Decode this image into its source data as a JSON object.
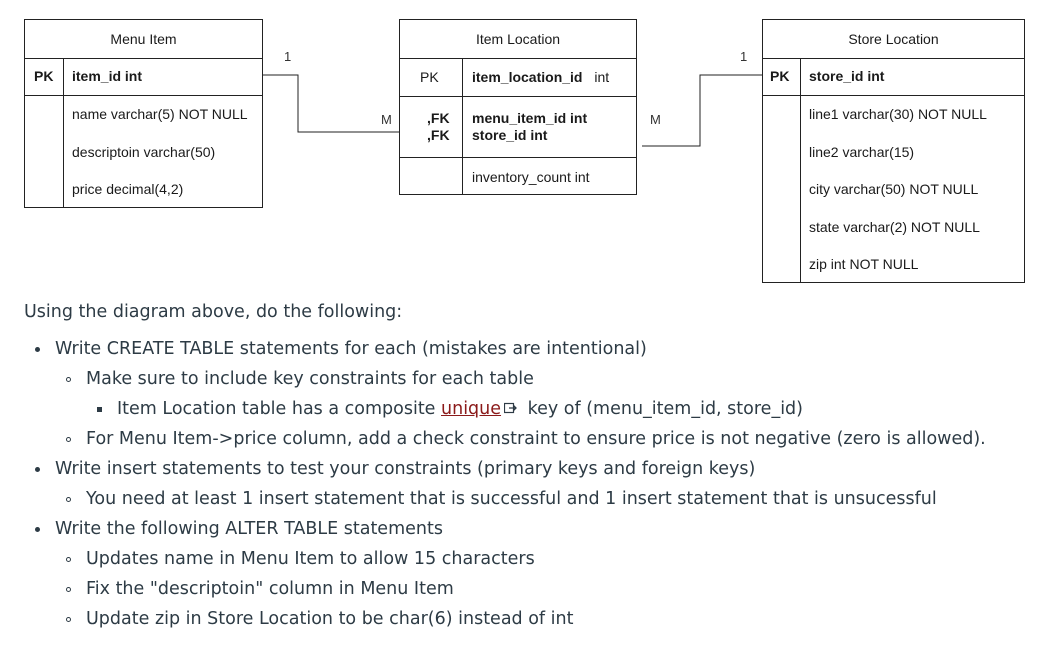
{
  "diagram": {
    "menu_item": {
      "title": "Menu Item",
      "pk_label": "PK",
      "pk_field": "item_id int",
      "fields": [
        "name varchar(5) NOT NULL",
        "descriptoin varchar(50)",
        "price decimal(4,2)"
      ]
    },
    "item_location": {
      "title": "Item Location",
      "pk_label": "PK",
      "pk_field_name": "item_location_id",
      "pk_field_type": "int",
      "fk_label_1": ",FK",
      "fk_label_2": ",FK",
      "fk_field_1": "menu_item_id int",
      "fk_field_2": "store_id int",
      "other_field": "inventory_count int"
    },
    "store_location": {
      "title": "Store Location",
      "pk_label": "PK",
      "pk_field": "store_id int",
      "fields": [
        "line1 varchar(30) NOT NULL",
        "line2 varchar(15)",
        "city varchar(50) NOT NULL",
        "state varchar(2) NOT NULL",
        "zip int NOT NULL"
      ]
    },
    "cardinality": {
      "menu_one": "1",
      "menu_many": "M",
      "store_one": "1",
      "store_many": "M"
    }
  },
  "instructions": {
    "intro": "Using the diagram above, do the following:",
    "b1": "Write CREATE TABLE statements for each (mistakes are intentional)",
    "b1_1": "Make sure to include key constraints for each table",
    "b1_1_1_pre": "Item Location table has a composite ",
    "b1_1_1_link": "unique",
    "b1_1_1_post": " key of (menu_item_id, store_id)",
    "b1_2": "For Menu Item->price column, add a check constraint to ensure price is not negative (zero is allowed).",
    "b2": "Write insert statements to test your constraints (primary keys and foreign keys)",
    "b2_1": "You need at least 1 insert statement that is successful and 1 insert statement that is unsucessful",
    "b3": "Write the following ALTER TABLE statements",
    "b3_1": "Updates name in Menu Item to allow 15 characters",
    "b3_2": "Fix the \"descriptoin\" column in Menu Item",
    "b3_3": "Update zip in Store Location to be char(6) instead of int"
  }
}
